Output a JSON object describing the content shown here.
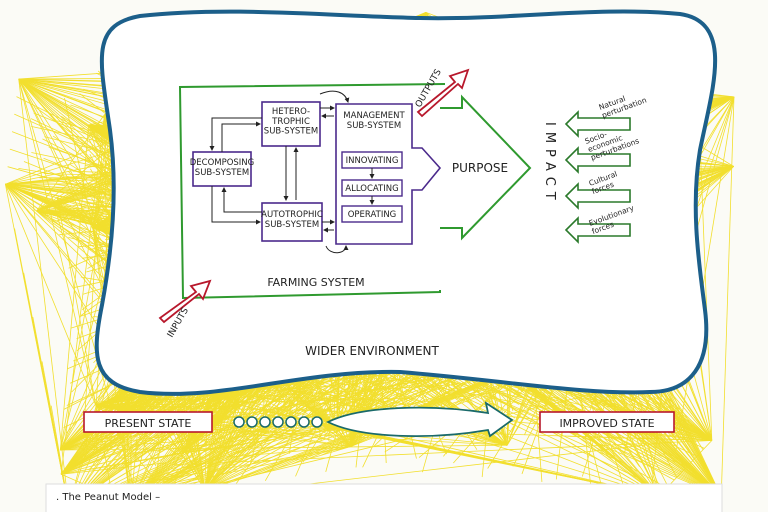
{
  "diagram": {
    "nodes": {
      "heterotrophic": "HETERO-\nTROPHIC\nSUB-SYSTEM",
      "decomposing": "DECOMPOSING\nSUB-SYSTEM",
      "autotrophic": "AUTOTROPHIC\nSUB-SYSTEM",
      "management": "MANAGEMENT\nSUB-SYSTEM",
      "innovating": "INNOVATING",
      "allocating": "ALLOCATING",
      "operating": "OPERATING"
    },
    "labels": {
      "farming_system": "FARMING SYSTEM",
      "wider_environment": "WIDER ENVIRONMENT",
      "purpose": "PURPOSE",
      "impact": "IMPACT",
      "inputs": "INPUTS",
      "outputs": "OUTPUTS"
    },
    "external_forces": [
      "Natural\nperturbation",
      "Socio-\neconomic\nperturbations",
      "Cultural\nforces",
      "Evolutionary\nforces"
    ],
    "states": {
      "present": "PRESENT STATE",
      "improved": "IMPROVED STATE"
    },
    "caption": ". The Peanut Model –"
  },
  "colors": {
    "background_lines": "#f2df2e",
    "outer_boundary": "#1c5f8a",
    "farming_system": "#2f9a2f",
    "subsystem_box": "#4b2a8c",
    "arrow_red": "#b8182c",
    "force_arrow": "#2b7a2b",
    "progress_arrow": "#1a6a6a"
  }
}
